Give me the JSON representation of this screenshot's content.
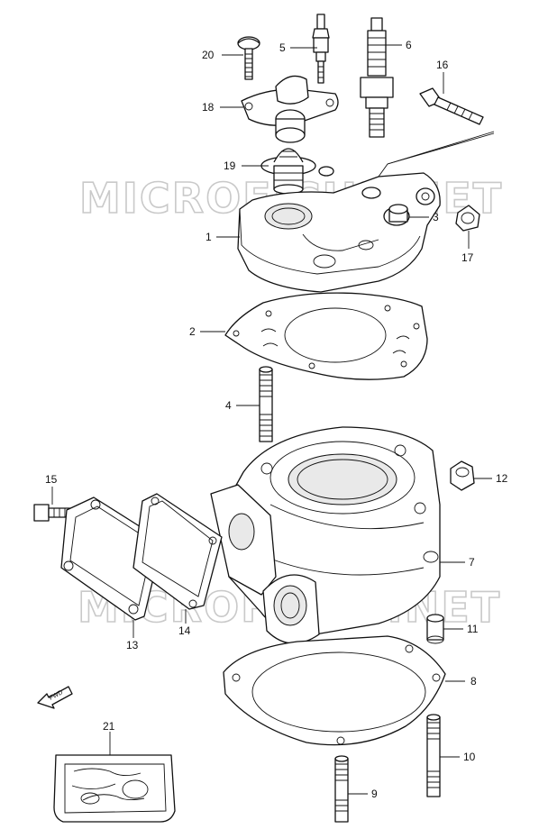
{
  "watermark": {
    "text": "MICROFICHE.NET",
    "color": "#c9c9c9"
  },
  "direction_badge": {
    "text": "FWD"
  },
  "callouts": [
    {
      "id": "20",
      "label": "20"
    },
    {
      "id": "5",
      "label": "5"
    },
    {
      "id": "6",
      "label": "6"
    },
    {
      "id": "16",
      "label": "16"
    },
    {
      "id": "18",
      "label": "18"
    },
    {
      "id": "19",
      "label": "19"
    },
    {
      "id": "1",
      "label": "1"
    },
    {
      "id": "3",
      "label": "3"
    },
    {
      "id": "17",
      "label": "17"
    },
    {
      "id": "2",
      "label": "2"
    },
    {
      "id": "4",
      "label": "4"
    },
    {
      "id": "15",
      "label": "15"
    },
    {
      "id": "12",
      "label": "12"
    },
    {
      "id": "7",
      "label": "7"
    },
    {
      "id": "13",
      "label": "13"
    },
    {
      "id": "14",
      "label": "14"
    },
    {
      "id": "11",
      "label": "11"
    },
    {
      "id": "8",
      "label": "8"
    },
    {
      "id": "21",
      "label": "21"
    },
    {
      "id": "10",
      "label": "10"
    },
    {
      "id": "9",
      "label": "9"
    }
  ]
}
